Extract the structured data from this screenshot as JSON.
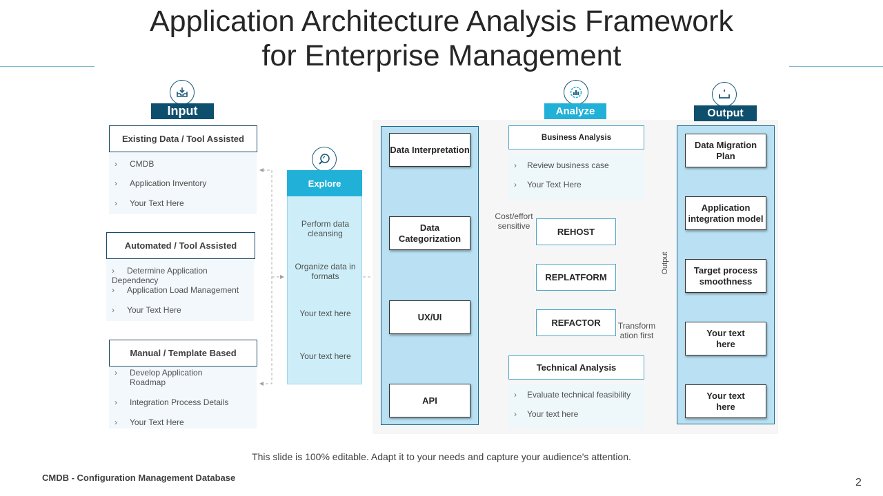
{
  "title": {
    "line1": "Application Architecture Analysis Framework",
    "line2": "for Enterprise Management"
  },
  "colors": {
    "dark_blue": "#0f4f6e",
    "cyan": "#21b1d8",
    "light_panel": "#b9e1f3",
    "explore_body": "#cdeef8"
  },
  "input": {
    "label": "Input",
    "icon": "inbox-download-icon",
    "sections": [
      {
        "title": "Existing Data / Tool Assisted",
        "items": [
          "CMDB",
          "Application Inventory",
          "Your Text Here"
        ]
      },
      {
        "title": "Automated / Tool Assisted",
        "items": [
          "Determine Application Dependency",
          "Application Load Management",
          "Your Text Here"
        ]
      },
      {
        "title": "Manual / Template Based",
        "items": [
          "Develop Application Roadmap",
          "Integration Process Details",
          "Your Text Here"
        ]
      }
    ]
  },
  "explore": {
    "label": "Explore",
    "icon": "magnifier-icon",
    "items": [
      "Perform data cleansing",
      "Organize data in formats",
      "Your text here",
      "Your text here"
    ]
  },
  "analyze": {
    "label": "Analyze",
    "icon": "chart-gear-icon",
    "left_boxes": [
      "Data Interpretation",
      "Data Categorization",
      "UX/UI",
      "API"
    ],
    "business": {
      "title": "Business Analysis",
      "items": [
        "Review business case",
        "Your Text Here"
      ]
    },
    "technical": {
      "title": "Technical Analysis",
      "items": [
        "Evaluate technical feasibility",
        "Your text here"
      ]
    },
    "strategies": [
      "REHOST",
      "REPLATFORM",
      "REFACTOR"
    ],
    "note_cost": "Cost/effort sensitive",
    "note_transform": "Transform ation first",
    "output_label": "Output"
  },
  "output": {
    "label": "Output",
    "icon": "tray-upload-icon",
    "boxes": [
      "Data Migration Plan",
      "Application integration model",
      "Target process smoothness",
      "Your text here",
      "Your text here"
    ]
  },
  "footer": {
    "editable_note": "This slide is 100% editable. Adapt it to your needs and capture your audience's attention.",
    "abbrev": "CMDB - Configuration Management Database",
    "page_number": "2"
  }
}
